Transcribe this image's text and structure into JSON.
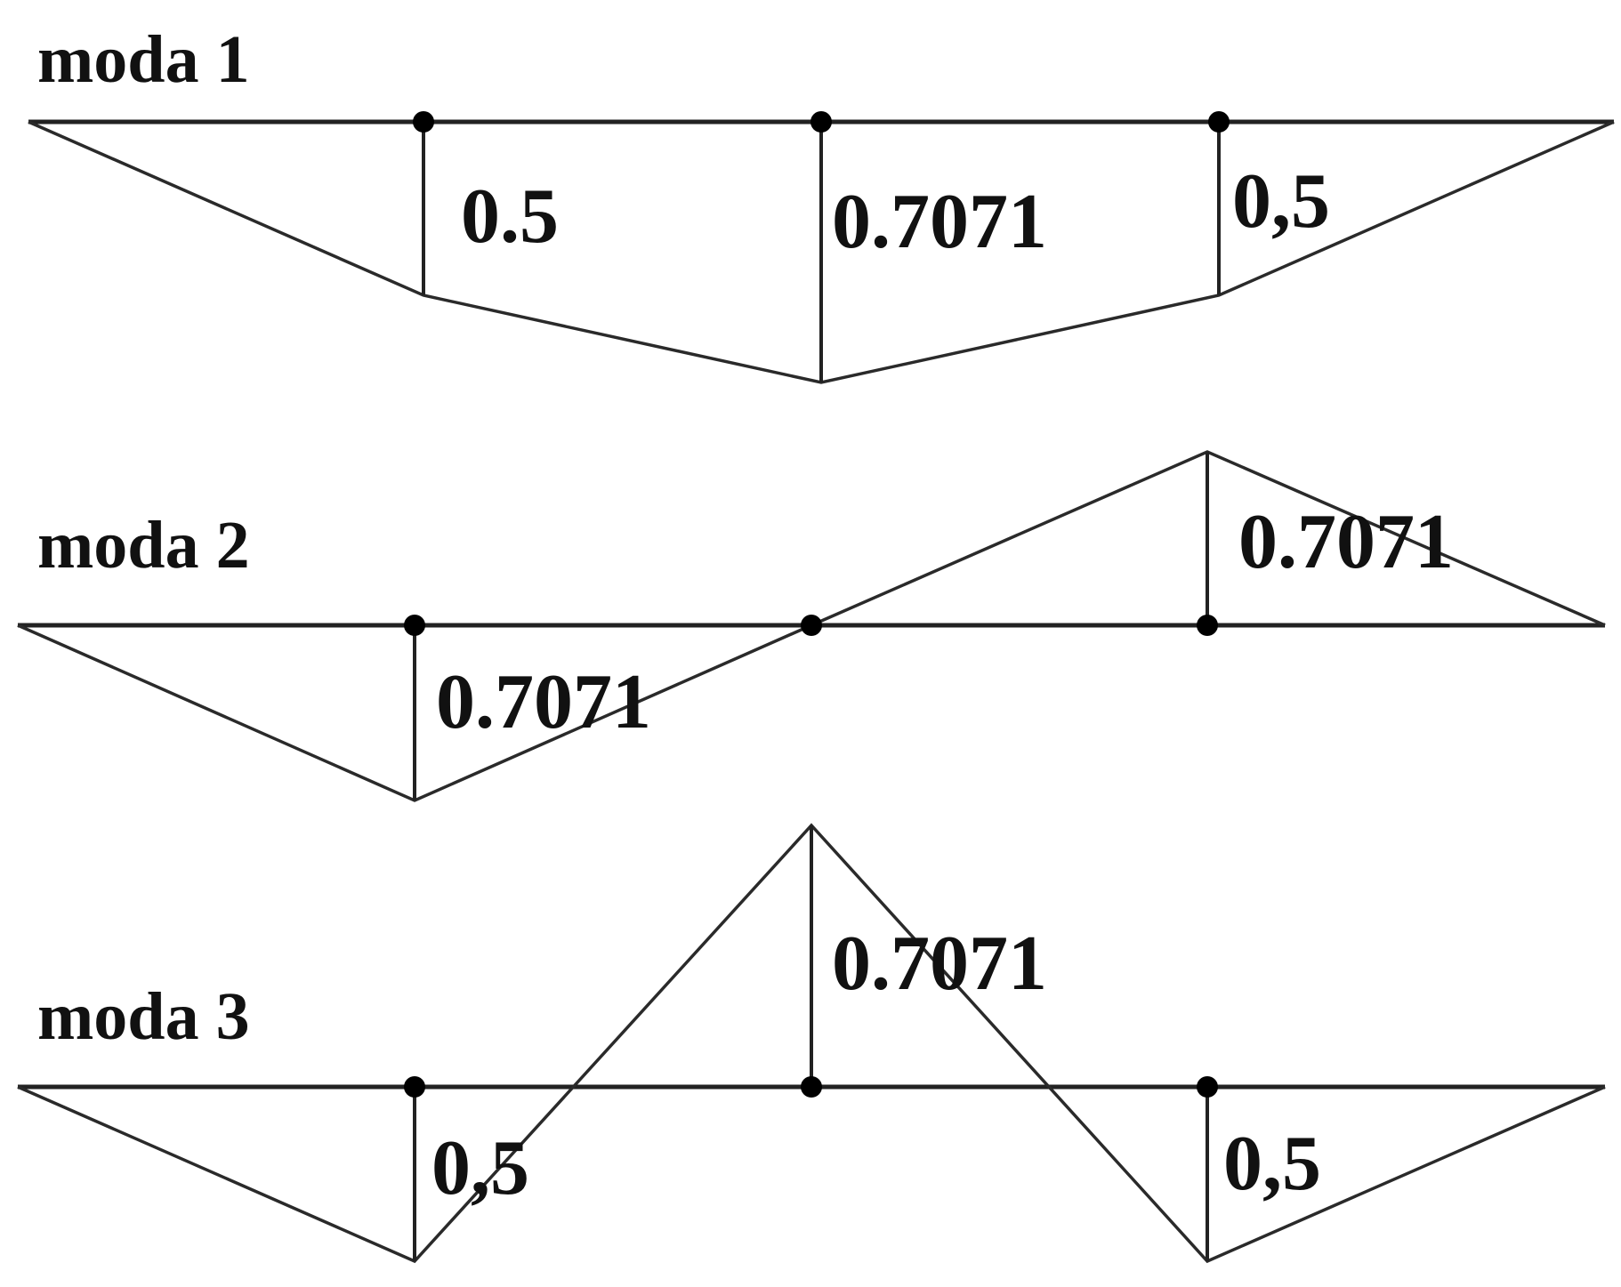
{
  "modes": [
    {
      "label": "moda 1",
      "amplitudes": [
        0.5,
        0.7071,
        0.5
      ],
      "value_labels": [
        "0.5",
        "0.7071",
        "0,5"
      ]
    },
    {
      "label": "moda 2",
      "amplitudes": [
        0.7071,
        0,
        -0.7071
      ],
      "value_labels": [
        "0.7071",
        "0.7071"
      ]
    },
    {
      "label": "moda 3",
      "amplitudes": [
        0.5,
        -0.7071,
        0.5
      ],
      "value_labels": [
        "0,5",
        "0.7071",
        "0,5"
      ]
    }
  ]
}
